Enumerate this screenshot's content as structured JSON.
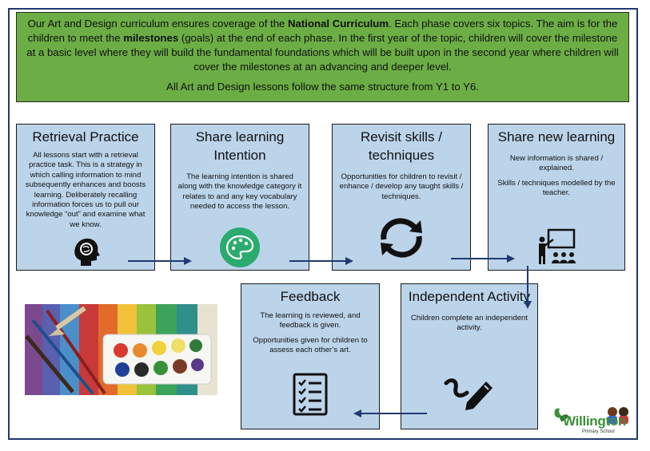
{
  "intro": {
    "p1_a": "Our Art and Design curriculum ensures coverage of the ",
    "p1_b": "National Curriculum",
    "p1_c": ". Each phase covers six topics. The aim is for the children to meet the ",
    "p1_d": "milestones",
    "p1_e": " (goals) at the end of each phase. In the first year of the topic, children will cover the milestone at a basic level where they will build the fundamental foundations which will be built upon in the second year where children will cover the milestones at an advancing and deeper level.",
    "p2": "All Art and Design lessons follow the same structure from Y1 to Y6."
  },
  "steps": {
    "retrieval": {
      "title": "Retrieval Practice",
      "body": "All lessons start with a retrieval practice task. This is a strategy in which calling information to mind subsequently enhances and boosts learning. Deliberately recalling information forces us to pull our knowledge “out” and examine what we know.",
      "icon": "head-brain-icon"
    },
    "intention": {
      "title": "Share learning Intention",
      "body": "The learning intention is shared along with the knowledge category it relates to and any key vocabulary needed to access the lesson.",
      "icon": "palette-icon"
    },
    "revisit": {
      "title": "Revisit skills / techniques",
      "body": "Opportunities for children to revisit / enhance / develop any taught skills / techniques.",
      "icon": "refresh-icon"
    },
    "share_new": {
      "title": "Share new learning",
      "body1": "New information is shared / explained.",
      "body2": "Skills / techniques modelled by the teacher.",
      "icon": "teacher-board-icon"
    },
    "independent": {
      "title": "Independent Activity",
      "body": "Children complete an independent activity.",
      "icon": "pen-signature-icon"
    },
    "feedback": {
      "title": "Feedback",
      "body1": "The learning is reviewed, and feedback is given.",
      "body2": "Opportunities given for children to assess each other’s art.",
      "icon": "checklist-icon"
    }
  },
  "logo": {
    "name": "Willington",
    "sub": "Primary School"
  },
  "colors": {
    "intro_bg": "#6cae45",
    "box_bg": "#bcd4ea",
    "arrow": "#1f3a6e",
    "frame": "#1f3a6e",
    "palette_green": "#2bab6e"
  }
}
